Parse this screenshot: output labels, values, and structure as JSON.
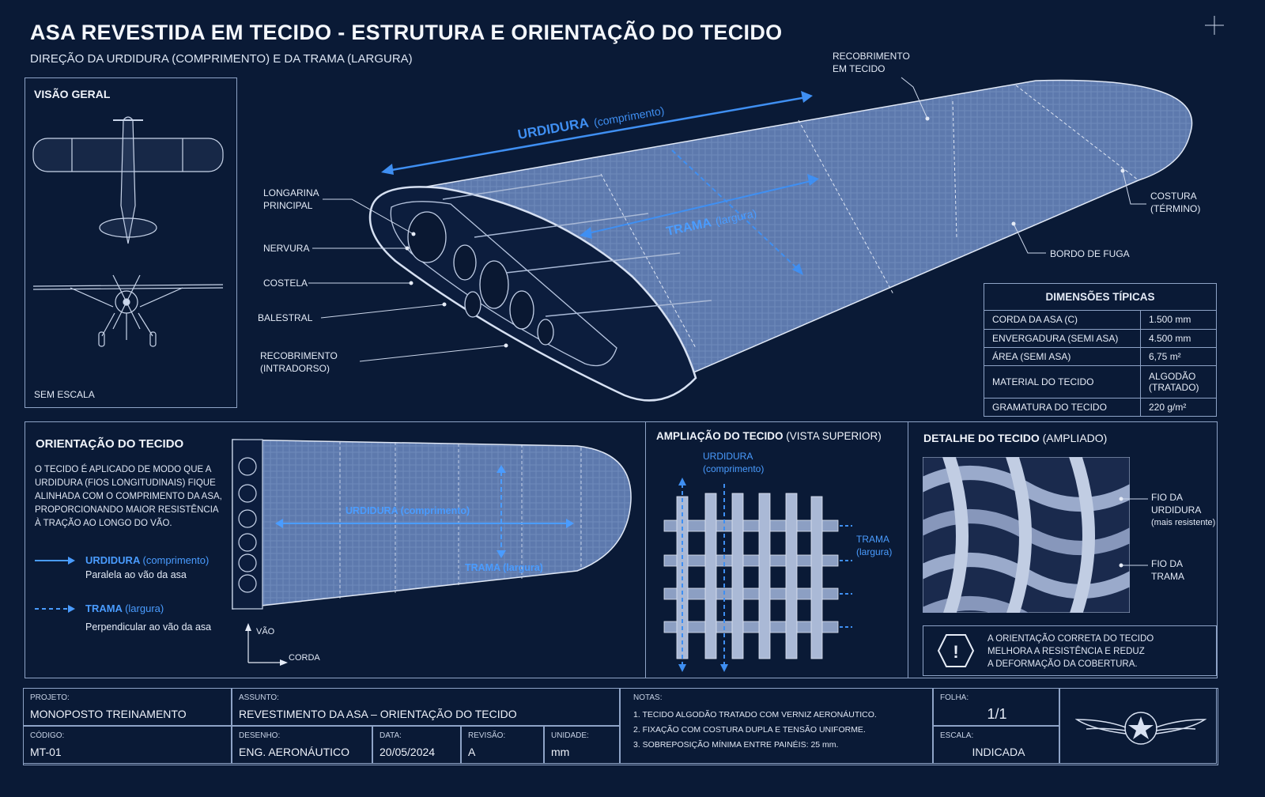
{
  "header": {
    "title": "ASA REVESTIDA EM TECIDO - ESTRUTURA E ORIENTAÇÃO DO TECIDO",
    "subtitle": "DIREÇÃO DA URDIDURA (COMPRIMENTO) E DA TRAMA (LARGURA)"
  },
  "overview": {
    "title": "VISÃO GERAL",
    "scale_note": "SEM ESCALA"
  },
  "wing_3d": {
    "warp_label": "URDIDURA",
    "warp_sub": "(comprimento)",
    "weft_label": "TRAMA",
    "weft_sub": "(largura)",
    "labels": {
      "spar_1": "LONGARINA",
      "spar_2": "PRINCIPAL",
      "rib": "NERVURA",
      "costela": "COSTELA",
      "balestral": "BALESTRAL",
      "lower_cover_1": "RECOBRIMENTO",
      "lower_cover_2": "(INTRADORSO)",
      "cover_1": "RECOBRIMENTO",
      "cover_2": "EM TECIDO",
      "seam_1": "COSTURA",
      "seam_2": "(TÉRMINO)",
      "trailing_edge": "BORDO DE FUGA"
    }
  },
  "dimensions": {
    "title": "DIMENSÕES TÍPICAS",
    "rows": [
      {
        "label": "CORDA DA ASA (C)",
        "value": "1.500 mm"
      },
      {
        "label": "ENVERGADURA (SEMI ASA)",
        "value": "4.500 mm"
      },
      {
        "label": "ÁREA (SEMI ASA)",
        "value": "6,75 m²"
      },
      {
        "label": "MATERIAL DO TECIDO",
        "value": "ALGODÃO",
        "value2": "(TRATADO)"
      },
      {
        "label": "GRAMATURA DO TECIDO",
        "value": "220 g/m²"
      }
    ]
  },
  "orientation": {
    "title": "ORIENTAÇÃO DO TECIDO",
    "desc_1": "O TECIDO É APLICADO DE MODO QUE A",
    "desc_2": "URDIDURA (FIOS LONGITUDINAIS) FIQUE",
    "desc_3": "ALINHADA COM O COMPRIMENTO DA ASA,",
    "desc_4": "PROPORCIONANDO MAIOR RESISTÊNCIA",
    "desc_5": "À TRAÇÃO AO LONGO DO VÃO.",
    "warp_label": "URDIDURA",
    "warp_sub": "(comprimento)",
    "warp_desc": "Paralela ao vão da asa",
    "weft_label": "TRAMA",
    "weft_sub": "(largura)",
    "weft_desc": "Perpendicular ao vão da asa",
    "axis_span": "VÃO",
    "axis_chord": "CORDA",
    "plan_warp": "URDIDURA (comprimento)",
    "plan_weft": "TRAMA (largura)"
  },
  "magnification": {
    "title": "AMPLIAÇÃO DO TECIDO",
    "title_sub": "(VISTA SUPERIOR)",
    "warp_1": "URDIDURA",
    "warp_2": "(comprimento)",
    "weft_1": "TRAMA",
    "weft_2": "(largura)"
  },
  "detail": {
    "title": "DETALHE DO TECIDO",
    "title_sub": "(AMPLIADO)",
    "warp_1": "FIO DA",
    "warp_2": "URDIDURA",
    "warp_3": "(mais resistente)",
    "weft_1": "FIO DA",
    "weft_2": "TRAMA",
    "warning_1": "A ORIENTAÇÃO CORRETA DO TECIDO",
    "warning_2": "MELHORA A RESISTÊNCIA E REDUZ",
    "warning_3": "A DEFORMAÇÃO DA COBERTURA."
  },
  "title_block": {
    "project_cap": "PROJETO:",
    "project": "MONOPOSTO TREINAMENTO",
    "subject_cap": "ASSUNTO:",
    "subject": "REVESTIMENTO DA ASA – ORIENTAÇÃO DO TECIDO",
    "code_cap": "CÓDIGO:",
    "code": "MT-01",
    "drawing_cap": "DESENHO:",
    "drawing": "ENG. AERONÁUTICO",
    "date_cap": "DATA:",
    "date": "20/05/2024",
    "rev_cap": "REVISÃO:",
    "rev": "A",
    "unit_cap": "UNIDADE:",
    "unit": "mm",
    "notes_cap": "NOTAS:",
    "note_1": "1. TECIDO ALGODÃO TRATADO COM VERNIZ AERONÁUTICO.",
    "note_2": "2. FIXAÇÃO COM COSTURA DUPLA E TENSÃO UNIFORME.",
    "note_3": "3. SOBREPOSIÇÃO MÍNIMA ENTRE PAINÉIS: 25 mm.",
    "sheet_cap": "FOLHA:",
    "sheet": "1/1",
    "scale_cap": "ESCALA:",
    "scale": "INDICADA"
  },
  "colors": {
    "background": "#0a1a36",
    "accent": "#4a9cff",
    "line": "#8ea3c6"
  }
}
